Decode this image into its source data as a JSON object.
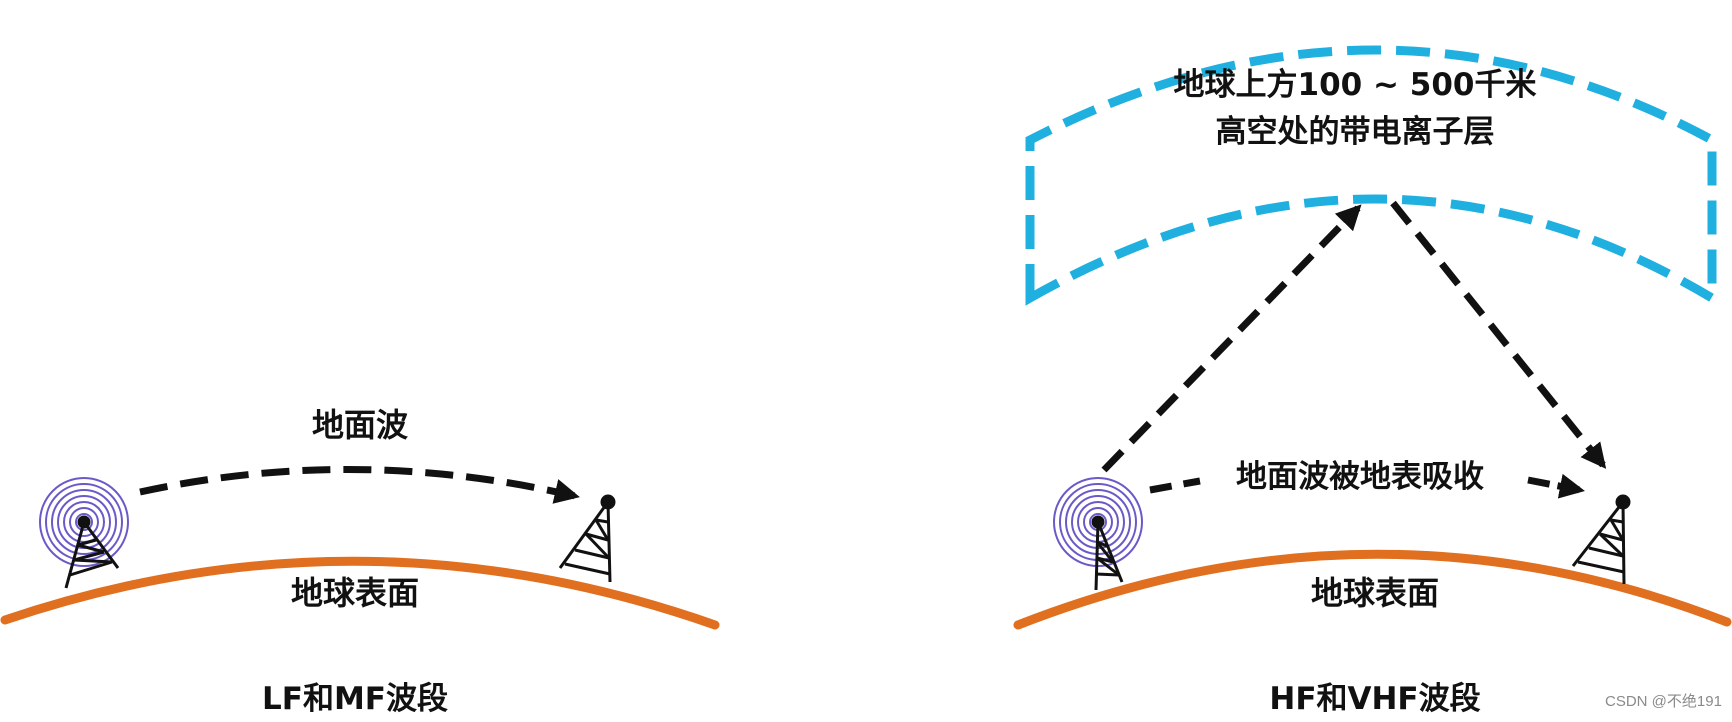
{
  "colors": {
    "ground": "#e07020",
    "ionosphere": "#1fb0e0",
    "arrow": "#111111",
    "signal_rings": "#6a5ac8",
    "tower": "#111111",
    "watermark": "#8a8a8a"
  },
  "left_panel": {
    "wave_label": "地面波",
    "surface_label": "地球表面",
    "caption": "LF和MF波段"
  },
  "right_panel": {
    "ionosphere_label_line1": "地球上方100 ~ 500千米",
    "ionosphere_label_line2": "高空处的带电离子层",
    "wave_label": "地面波被地表吸收",
    "surface_label": "地球表面",
    "caption": "HF和VHF波段"
  },
  "watermark": "CSDN @不绝191",
  "icons": [
    "radio-tower-icon",
    "signal-waves-icon"
  ]
}
